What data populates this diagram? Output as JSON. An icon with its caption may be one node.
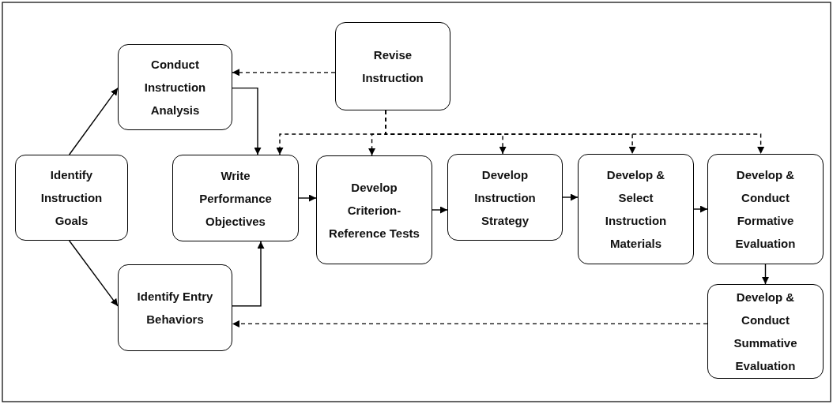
{
  "diagram": {
    "nodes": [
      {
        "text": [
          "Revise Instruction"
        ]
      },
      {
        "text": [
          "Conduct Instruction Analysis"
        ]
      },
      {
        "text": [
          "Identify Instruction Goals"
        ]
      },
      {
        "text": [
          "Write Performance Objectives"
        ]
      },
      {
        "text": [
          "Develop Criterion-Reference Tests"
        ]
      },
      {
        "text": [
          "Develop Instruction Strategy"
        ]
      },
      {
        "text": [
          "Develop & Select Instruction Materials"
        ]
      },
      {
        "text": [
          "Develop & Conduct Formative Evaluation"
        ]
      },
      {
        "text": [
          "Identify Entry Behaviors"
        ]
      },
      {
        "text": [
          "Develop & Conduct Summative Evaluation"
        ]
      }
    ],
    "edges": [
      {
        "from": 2,
        "to": 1,
        "arrow": "to"
      },
      {
        "from": 2,
        "to": 8,
        "arrow": "to"
      },
      {
        "from": 1,
        "to": 3,
        "arrow": "to"
      },
      {
        "from": 8,
        "to": 3,
        "arrow": "to"
      },
      {
        "from": 3,
        "to": 4,
        "arrow": "to"
      },
      {
        "from": 4,
        "to": 5,
        "arrow": "to"
      },
      {
        "from": 5,
        "to": 6,
        "arrow": "to"
      },
      {
        "from": 6,
        "to": 7,
        "arrow": "to"
      },
      {
        "from": 7,
        "to": 9,
        "arrow": "to"
      },
      {
        "from": 9,
        "to": 8,
        "arrow": "to",
        "style": "dashed"
      },
      {
        "from": 0,
        "to": 1,
        "arrow": "to",
        "style": "dashed"
      },
      {
        "from": 0,
        "to": 3,
        "arrow": "to",
        "style": "dashed"
      },
      {
        "from": 0,
        "to": 4,
        "arrow": "to",
        "style": "dashed"
      },
      {
        "from": 0,
        "to": 5,
        "arrow": "to",
        "style": "dashed"
      },
      {
        "from": 0,
        "to": 6,
        "arrow": "to",
        "style": "dashed"
      },
      {
        "from": 0,
        "to": 7,
        "arrow": "to",
        "style": "dashed"
      }
    ]
  }
}
